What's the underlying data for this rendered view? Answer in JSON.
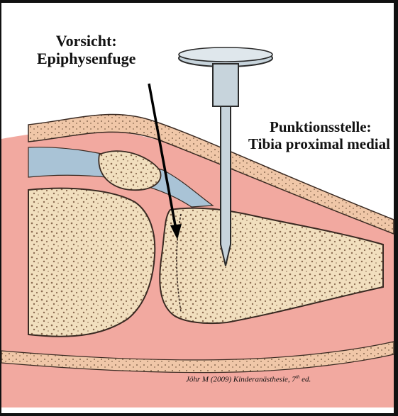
{
  "labels": {
    "warning_line1": "Vorsicht:",
    "warning_line2": "Epiphysenfuge",
    "site_line1": "Punktionsstelle:",
    "site_line2": "Tibia proximal medial"
  },
  "citation": {
    "main": "Jöhr M (2009) Kinderanästhesie, 7",
    "superscript": "th",
    "suffix": " ed."
  },
  "colors": {
    "tissue": "#f2a9a0",
    "bone": "#f1dfbe",
    "cortex": "#e8c9a0",
    "skin": "#f0c7a8",
    "ligament": "#a9c3d6",
    "needle": "#c7d4dc",
    "outline": "#3a2a22"
  }
}
